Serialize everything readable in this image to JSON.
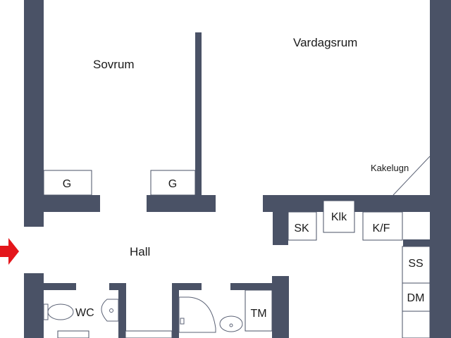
{
  "rooms": {
    "sovrum": "Sovrum",
    "vardagsrum": "Vardagsrum",
    "hall": "Hall"
  },
  "fixtures": {
    "g_left": "G",
    "g_right": "G",
    "kakelugn": "Kakelugn",
    "sk": "SK",
    "klk": "Klk",
    "kf": "K/F",
    "ss": "SS",
    "dm": "DM",
    "wc": "WC",
    "tm": "TM"
  },
  "colors": {
    "wall": "#4a5266",
    "entrance_arrow": "#e4161b",
    "background": "#ffffff"
  },
  "icons": {
    "entrance": "entrance-arrow-icon",
    "toilet": "toilet-icon",
    "sink": "sink-icon",
    "shower": "shower-icon"
  }
}
